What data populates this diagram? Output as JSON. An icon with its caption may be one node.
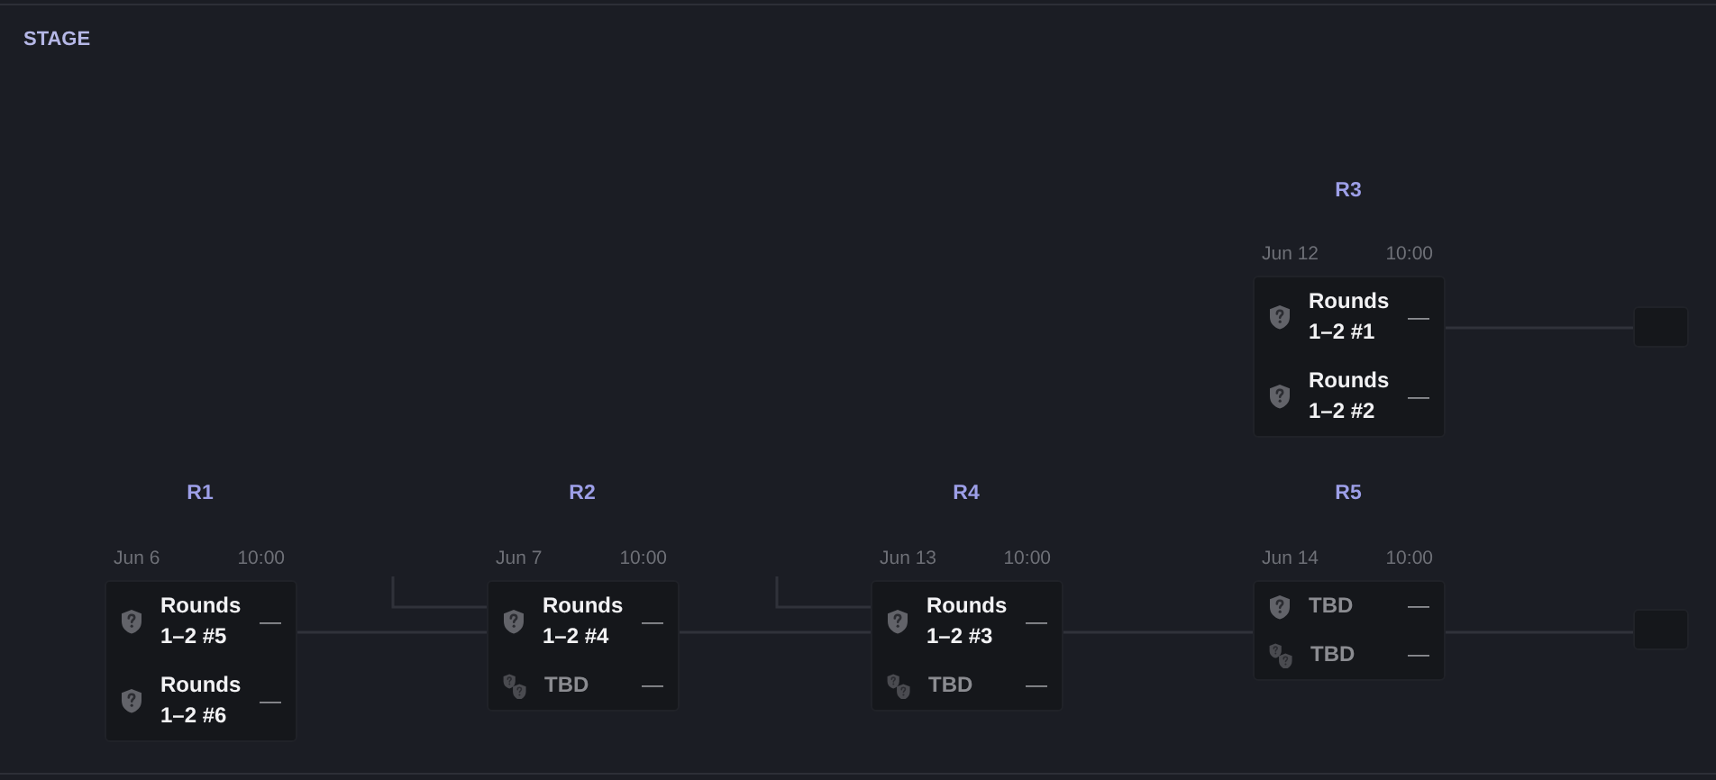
{
  "diagram": {
    "title": "STAGE",
    "nodes": [
      {
        "text": [
          "Jun 12",
          "10:00",
          "Rounds 1–2 #1",
          "—",
          "Rounds 1–2 #2",
          "—"
        ]
      },
      {
        "text": [],
        "shape": "box"
      },
      {
        "text": [
          "Jun 6",
          "10:00",
          "Rounds 1–2 #5",
          "—",
          "Rounds 1–2 #6",
          "—"
        ]
      },
      {
        "text": [
          "Jun 7",
          "10:00",
          "Rounds 1–2 #4",
          "—",
          "TBD",
          "—"
        ]
      },
      {
        "text": [
          "Jun 13",
          "10:00",
          "Rounds 1–2 #3",
          "—",
          "TBD",
          "—"
        ]
      },
      {
        "text": [
          "Jun 14",
          "10:00",
          "TBD",
          "—",
          "TBD",
          "—"
        ]
      },
      {
        "text": [],
        "shape": "box"
      }
    ],
    "edges": [
      {
        "from": 0,
        "to": 1,
        "arrow": "none"
      },
      {
        "from": 2,
        "to": 3,
        "arrow": "none"
      },
      {
        "from": null,
        "to": 3,
        "arrow": "none"
      },
      {
        "from": 3,
        "to": 4,
        "arrow": "none"
      },
      {
        "from": null,
        "to": 4,
        "arrow": "none"
      },
      {
        "from": 4,
        "to": 5,
        "arrow": "none"
      },
      {
        "from": 5,
        "to": 6,
        "arrow": "none"
      }
    ],
    "labels": [
      "R3",
      "R1",
      "R2",
      "R4",
      "R5"
    ]
  }
}
